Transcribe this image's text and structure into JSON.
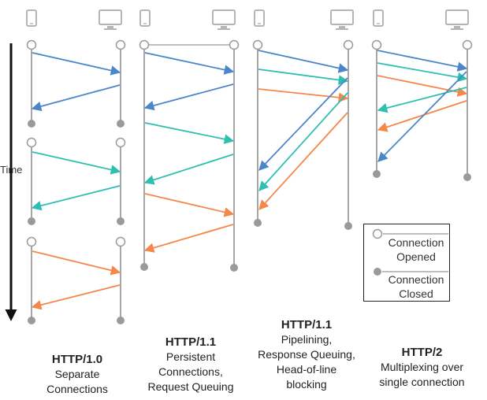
{
  "time_label": "Time",
  "colors": {
    "blue": "#4a86c8",
    "teal": "#2fbfb0",
    "orange": "#f5874a",
    "line": "#a7a7a7",
    "closed_dot": "#9a9a9a",
    "arrow": "#111111"
  },
  "icons": {
    "client": "phone-icon",
    "server": "monitor-icon"
  },
  "panels": [
    {
      "title": "HTTP/1.0",
      "lines": [
        "Separate",
        "Connections"
      ]
    },
    {
      "title": "HTTP/1.1",
      "lines": [
        "Persistent",
        "Connections,",
        "Request Queuing"
      ]
    },
    {
      "title": "HTTP/1.1",
      "lines": [
        "Pipelining,",
        "Response Queuing,",
        "Head-of-line",
        "blocking"
      ]
    },
    {
      "title": "HTTP/2",
      "lines": [
        "Multiplexing over",
        "single connection"
      ]
    }
  ],
  "legend": {
    "opened": [
      "Connection",
      "Opened"
    ],
    "closed": [
      "Connection",
      "Closed"
    ]
  }
}
